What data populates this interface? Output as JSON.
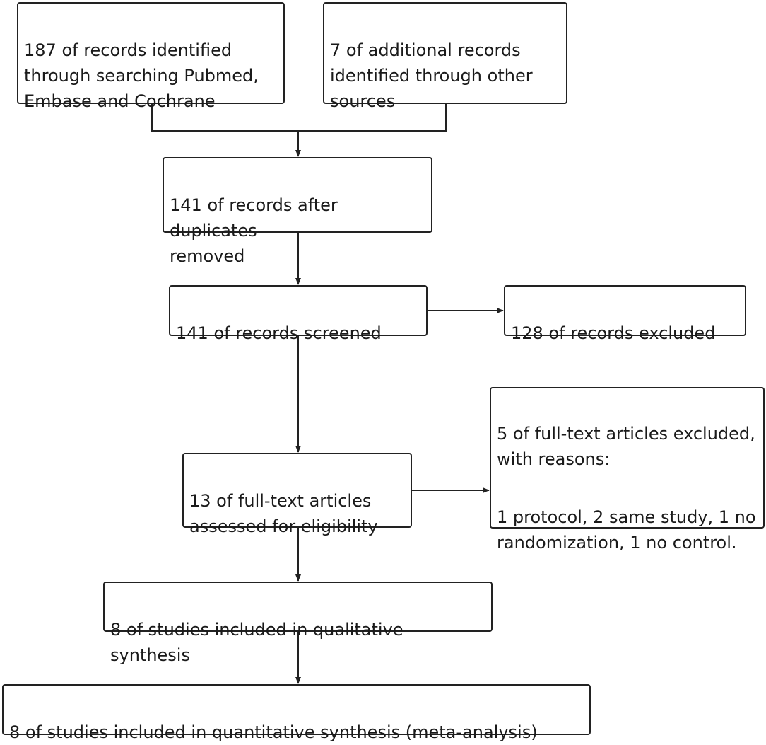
{
  "flow": {
    "records_database": "187 of records identified\nthrough searching Pubmed,\nEmbase and Cochrane",
    "records_other": "7 of additional records\nidentified through other\nsources",
    "after_duplicates": "141 of records after duplicates\nremoved",
    "screened": "141 of records screened",
    "excluded_records": "128 of records excluded",
    "excluded_fulltext_heading": "5 of full-text articles excluded,\nwith reasons:",
    "excluded_fulltext_reasons": "1 protocol, 2 same study, 1 no\nrandomization, 1 no control.",
    "eligibility": "13 of full-text articles\nassessed for eligibility",
    "qualitative": "8 of studies included in qualitative synthesis",
    "quantitative": "8 of studies included in quantitative synthesis (meta-analysis)"
  }
}
